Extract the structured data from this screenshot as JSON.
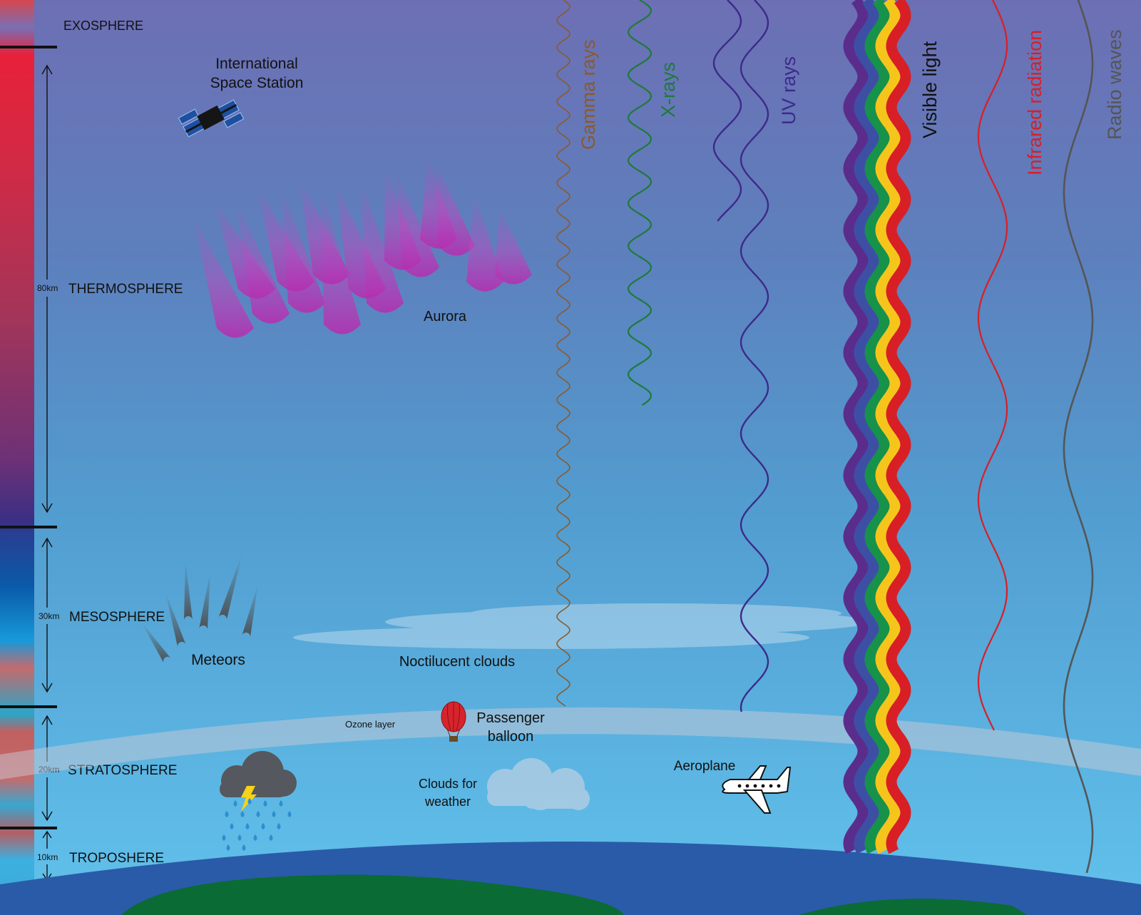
{
  "layers": {
    "exosphere": "EXOSPHERE",
    "thermosphere": "THERMOSPHERE",
    "mesosphere": "MESOSPHERE",
    "stratosphere": "STRATOSPHERE",
    "troposphere": "TROPOSHERE"
  },
  "thickness": {
    "thermosphere": "80km",
    "mesosphere": "30km",
    "stratosphere": "20km",
    "troposphere": "10km"
  },
  "objects": {
    "iss_line1": "International",
    "iss_line2": "Space Station",
    "aurora": "Aurora",
    "meteors": "Meteors",
    "noctilucent": "Noctilucent clouds",
    "ozone": "Ozone layer",
    "balloon_line1": "Passenger",
    "balloon_line2": "balloon",
    "clouds_line1": "Clouds for",
    "clouds_line2": "weather",
    "aeroplane": "Aeroplane"
  },
  "radiation": [
    {
      "key": "gamma",
      "label": "Gamma rays",
      "color": "#8b5a2b"
    },
    {
      "key": "xray",
      "label": "X-rays",
      "color": "#1e7a3a"
    },
    {
      "key": "uv",
      "label": "UV rays",
      "color": "#3d2a8a"
    },
    {
      "key": "visible",
      "label": "Visible light",
      "color": "#111111"
    },
    {
      "key": "infrared",
      "label": "Infrared radiation",
      "color": "#d81f26"
    },
    {
      "key": "radio",
      "label": "Radio waves",
      "color": "#555555"
    }
  ],
  "colors": {
    "sky_top": "#6d6fb4",
    "sky_bottom": "#61c2ec",
    "earth": "#2a5ba8",
    "land": "#0b6b35",
    "aurora": "#b44ec0",
    "rainbow": [
      "#5a2d8c",
      "#3d4fa5",
      "#16924a",
      "#f6c51b",
      "#d81f26"
    ]
  }
}
